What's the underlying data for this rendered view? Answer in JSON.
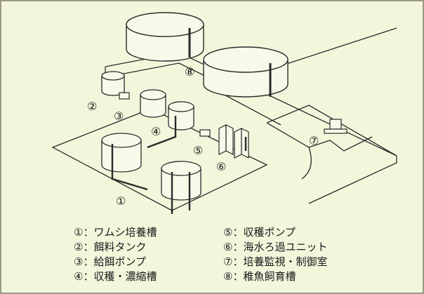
{
  "diagram": {
    "callouts": {
      "c1": "①",
      "c2": "②",
      "c3": "③",
      "c4": "④",
      "c5": "⑤",
      "c6": "⑥",
      "c7": "⑦",
      "c8": "⑧"
    },
    "legend": {
      "left": [
        "①：ワムシ培養槽",
        "②：餌料タンク",
        "③：給餌ポンプ",
        "④：収穫・濃縮槽"
      ],
      "right": [
        "⑤：収穫ポンプ",
        "⑥：海水ろ過ユニット",
        "⑦：培養監視・制御室",
        "⑧：稚魚飼育槽"
      ]
    },
    "colors": {
      "background": "#f4f6dc",
      "frame": "#9a9a86",
      "line": "#2a2a2a",
      "tank_fill": "#f8f9e8"
    }
  }
}
